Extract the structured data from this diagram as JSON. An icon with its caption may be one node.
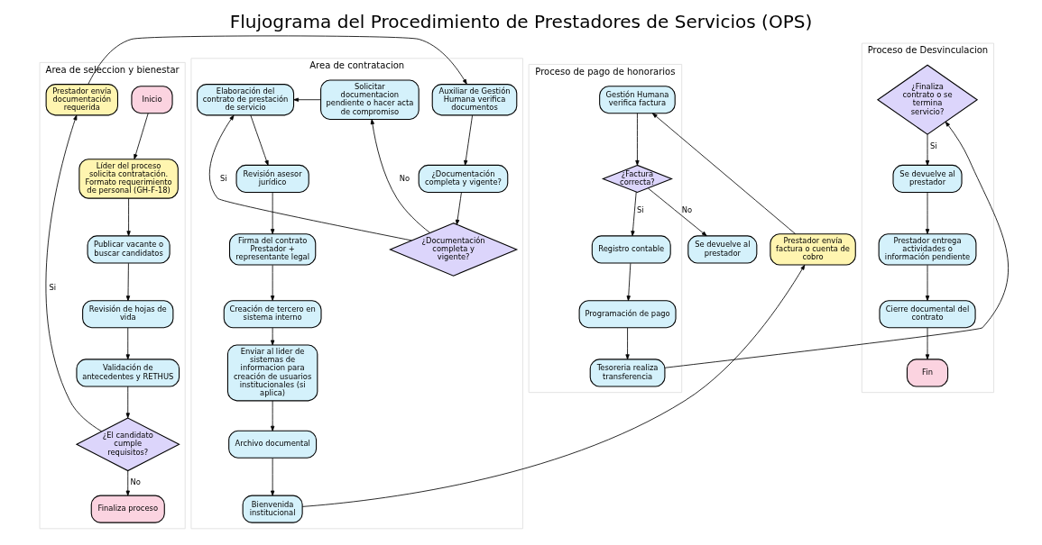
{
  "diagram": {
    "title": "Flujograma del Procedimiento de Prestadores de Servicios (OPS)",
    "nodes": [
      {
        "text": [
          "Area de seleccion y bienestar"
        ]
      },
      {
        "text": [
          "Inicio"
        ],
        "in": 0
      },
      {
        "text": [
          "Líder del proceso solicita contratación. Formato requerimiento de personal (GH-F-18)"
        ],
        "in": 0
      },
      {
        "text": [
          "Publicar vacante o buscar candidatos"
        ],
        "in": 0
      },
      {
        "text": [
          "Revisión de hojas de vida"
        ],
        "in": 0
      },
      {
        "text": [
          "Validación de antecedentes y RETHUS"
        ],
        "in": 0
      },
      {
        "text": [
          "¿El candidato cumple requisitos?"
        ],
        "in": 0
      },
      {
        "text": [
          "Finaliza proceso"
        ],
        "in": 0
      },
      {
        "text": [
          "Prestador envía documentación requerida"
        ],
        "in": 0
      },
      {
        "text": [
          "Area de contratacion"
        ]
      },
      {
        "text": [
          "Auxiliar de Gestión Humana verifica documentos"
        ],
        "in": 9
      },
      {
        "text": [
          "¿Documentación completa y vigente?"
        ],
        "in": 9
      },
      {
        "text": [
          "¿Documentación completa y vigente?"
        ],
        "in": 9
      },
      {
        "text": [
          "Solicitar documentacion pendiente o hacer acta de compromiso"
        ],
        "in": 9
      },
      {
        "text": [
          "Elaboración del contrato de prestación de servicio"
        ],
        "in": 9
      },
      {
        "text": [
          "Revisión asesor jurídico"
        ],
        "in": 9
      },
      {
        "text": [
          "Firma del contrato Prestador + representante legal"
        ],
        "in": 9
      },
      {
        "text": [
          "Creación de tercero en sistema interno"
        ],
        "in": 9
      },
      {
        "text": [
          "Enviar al lider de sistemas de informacion para creación de usuarios institucionales (si aplica)"
        ],
        "in": 9
      },
      {
        "text": [
          "Archivo documental"
        ],
        "in": 9
      },
      {
        "text": [
          "Bienvenida institucional"
        ],
        "in": 9
      },
      {
        "text": [
          "Prestador envía factura o cuenta de cobro"
        ]
      },
      {
        "text": [
          "Proceso de pago de honorarios"
        ]
      },
      {
        "text": [
          "Gestión Humana verifica factura"
        ],
        "in": 22
      },
      {
        "text": [
          "¿Factura correcta?"
        ],
        "in": 22
      },
      {
        "text": [
          "Se devuelve al prestador"
        ]
      },
      {
        "text": [
          "Registro contable"
        ],
        "in": 22
      },
      {
        "text": [
          "Programación de pago"
        ],
        "in": 22
      },
      {
        "text": [
          "Tesoreria realiza transferencia"
        ],
        "in": 22
      },
      {
        "text": [
          "Proceso de Desvinculacion"
        ]
      },
      {
        "text": [
          "¿Finaliza contrato o se termina servicio?"
        ],
        "in": 29
      },
      {
        "text": [
          "Se devuelve al prestador"
        ],
        "in": 29
      },
      {
        "text": [
          "Prestador entrega actividades o información pendiente"
        ],
        "in": 29
      },
      {
        "text": [
          "Cierre documental del contrato"
        ],
        "in": 29
      },
      {
        "text": [
          "Fin"
        ],
        "in": 29
      }
    ],
    "edges": [
      {
        "from": 1,
        "to": 2,
        "arrow": "to"
      },
      {
        "from": 2,
        "to": 3,
        "arrow": "to"
      },
      {
        "from": 3,
        "to": 4,
        "arrow": "to"
      },
      {
        "from": 4,
        "to": 5,
        "arrow": "to"
      },
      {
        "from": 5,
        "to": 6,
        "arrow": "to"
      },
      {
        "from": 6,
        "to": 8,
        "arrow": "to",
        "label": "Si"
      },
      {
        "from": 6,
        "to": 7,
        "arrow": "to",
        "label": "No"
      },
      {
        "from": 8,
        "to": 10,
        "arrow": "to"
      },
      {
        "from": 10,
        "to": 11,
        "arrow": "to"
      },
      {
        "from": 11,
        "to": 12,
        "arrow": "to"
      },
      {
        "from": 12,
        "to": 14,
        "arrow": "to",
        "label": "Si"
      },
      {
        "from": 12,
        "to": 13,
        "arrow": "to",
        "label": "No"
      },
      {
        "from": 13,
        "to": 14,
        "arrow": "to"
      },
      {
        "from": 14,
        "to": 15,
        "arrow": "to"
      },
      {
        "from": 15,
        "to": 16,
        "arrow": "to"
      },
      {
        "from": 16,
        "to": 17,
        "arrow": "to"
      },
      {
        "from": 17,
        "to": 18,
        "arrow": "to"
      },
      {
        "from": 18,
        "to": 19,
        "arrow": "to"
      },
      {
        "from": 19,
        "to": 20,
        "arrow": "to"
      },
      {
        "from": 20,
        "to": 21,
        "arrow": "to"
      },
      {
        "from": 21,
        "to": 23,
        "arrow": "to"
      },
      {
        "from": 23,
        "to": 24,
        "arrow": "to"
      },
      {
        "from": 24,
        "to": 25,
        "arrow": "to",
        "label": "No"
      },
      {
        "from": 24,
        "to": 26,
        "arrow": "to",
        "label": "Si"
      },
      {
        "from": 26,
        "to": 27,
        "arrow": "to"
      },
      {
        "from": 27,
        "to": 28,
        "arrow": "to"
      },
      {
        "from": 28,
        "to": 30,
        "arrow": "to"
      },
      {
        "from": 30,
        "to": 31,
        "arrow": "to",
        "label": "Si"
      },
      {
        "from": 31,
        "to": 32,
        "arrow": "to"
      },
      {
        "from": 32,
        "to": 33,
        "arrow": "to"
      },
      {
        "from": 33,
        "to": 34,
        "arrow": "to"
      }
    ]
  }
}
